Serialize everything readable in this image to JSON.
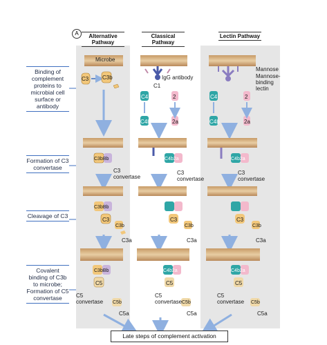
{
  "panel_label": "A",
  "columns": {
    "alternative": "Alternative Pathway",
    "classical": "Classical Pathway",
    "lectin": "Lectin Pathway"
  },
  "steps": [
    "Binding of complement proteins to microbial cell surface or antibody",
    "Formation of C3 convertase",
    "Cleavage of C3",
    "Covalent binding of C3b to microbe; Formation of C5 convertase"
  ],
  "labels": {
    "microbe": "Microbe",
    "igg": "IgG antibody",
    "mannose": "Mannose",
    "mbl": "Mannose-binding lectin",
    "c3_convertase": "C3 convertase",
    "c5_convertase": "C5 convertase"
  },
  "proteins": {
    "c3": "C3",
    "c3b": "C3b",
    "c3a": "C3a",
    "bb": "Bb",
    "c1": "C1",
    "c4": "C4",
    "c4b": "C4b",
    "c2": "2",
    "c2a": "2a",
    "c4b2a": "C4b2a",
    "c3bbb": "C3bBb",
    "c5": "C5",
    "c5b": "C5b",
    "c5a": "C5a"
  },
  "footer": "Late steps of complement activation",
  "colors": {
    "panel": "#e6e6e6",
    "arrow": "#8fb0e0",
    "membrane": "#d9b98c",
    "c3": "#f2c77a",
    "c4": "#2fa6a6",
    "c2": "#f3b9cc",
    "antibody": "#4a5aa8",
    "lectin": "#8a7cc0",
    "c5": "#f0d9a8"
  }
}
